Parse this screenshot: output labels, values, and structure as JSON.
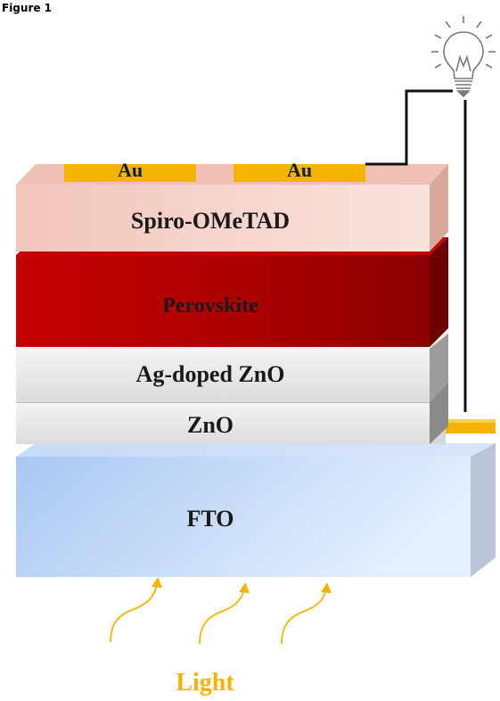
{
  "figure_label": "Figure 1",
  "layers": {
    "spiro": "Spiro-OMeTAD",
    "perovskite": "Perovskite",
    "ag_zno": "Ag-doped ZnO",
    "zno": "ZnO",
    "fto": "FTO"
  },
  "electrodes": {
    "au_left": "Au",
    "au_right": "Au"
  },
  "light_label": "Light",
  "colors": {
    "gold": "#f5b400",
    "spiro": "#f1c4ba",
    "perovskite": "#b30000",
    "zno": "#e6e6e6",
    "fto": "#b9d3f5",
    "arrow": "#f5b400"
  },
  "icons": [
    "light-bulb-icon",
    "light-arrow-icon"
  ]
}
